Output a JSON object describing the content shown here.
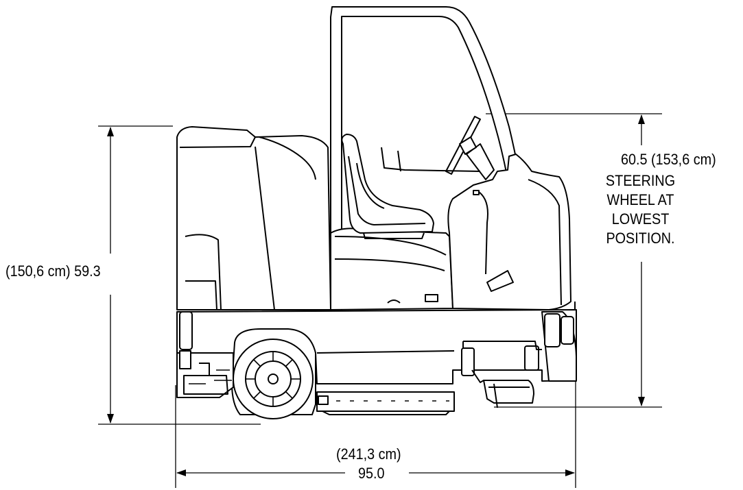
{
  "dimensions": {
    "height": {
      "inches": "59.3",
      "cm": "(150,6 cm)"
    },
    "length": {
      "inches": "95.0",
      "cm": "(241,3 cm)"
    },
    "steering": {
      "inches": "60.5",
      "cm": "(153,6 cm)",
      "note": [
        "STEERING",
        "WHEEL AT",
        "LOWEST",
        "POSITION."
      ]
    }
  }
}
